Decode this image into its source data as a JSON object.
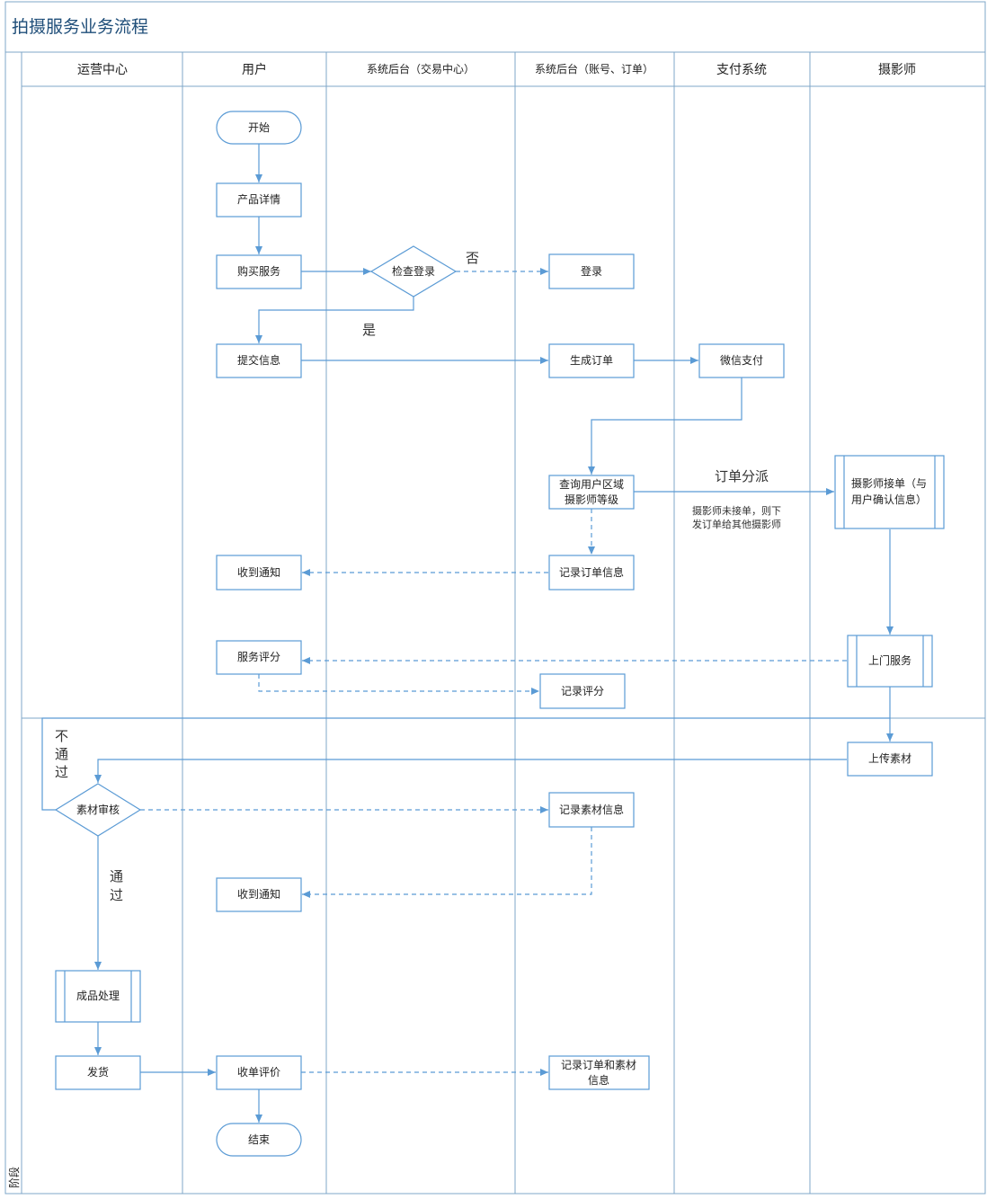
{
  "title": "拍摄服务业务流程",
  "phase_label": "阶段",
  "lanes": [
    "运营中心",
    "用户",
    "系统后台（交易中心）",
    "系统后台（账号、订单）",
    "支付系统",
    "摄影师"
  ],
  "nodes": {
    "start": "开始",
    "product_detail": "产品详情",
    "buy_service": "购买服务",
    "check_login": "检查登录",
    "login": "登录",
    "submit_info": "提交信息",
    "create_order": "生成订单",
    "wechat_pay": "微信支付",
    "query_region_1": "查询用户区域",
    "query_region_2": "摄影师等级",
    "photographer_accept_1": "摄影师接单（与",
    "photographer_accept_2": "用户确认信息）",
    "receive_notice_1": "收到通知",
    "record_order": "记录订单信息",
    "service_rating": "服务评分",
    "onsite_service": "上门服务",
    "record_rating": "记录评分",
    "upload_material": "上传素材",
    "material_review": "素材审核",
    "record_material": "记录素材信息",
    "receive_notice_2": "收到通知",
    "product_processing": "成品处理",
    "ship": "发货",
    "receive_and_rate": "收单评价",
    "record_order_material_1": "记录订单和素材",
    "record_order_material_2": "信息",
    "end": "结束"
  },
  "labels": {
    "no": "否",
    "yes": "是",
    "dispatch": "订单分派",
    "dispatch_note_1": "摄影师未接单，则下",
    "dispatch_note_2": "发订单给其他摄影师",
    "fail_1": "不",
    "fail_2": "通",
    "fail_3": "过",
    "pass_1": "通",
    "pass_2": "过"
  },
  "colors": {
    "stroke": "#5b9bd5",
    "frame": "#7fa7c9",
    "title": "#1f4e79"
  }
}
